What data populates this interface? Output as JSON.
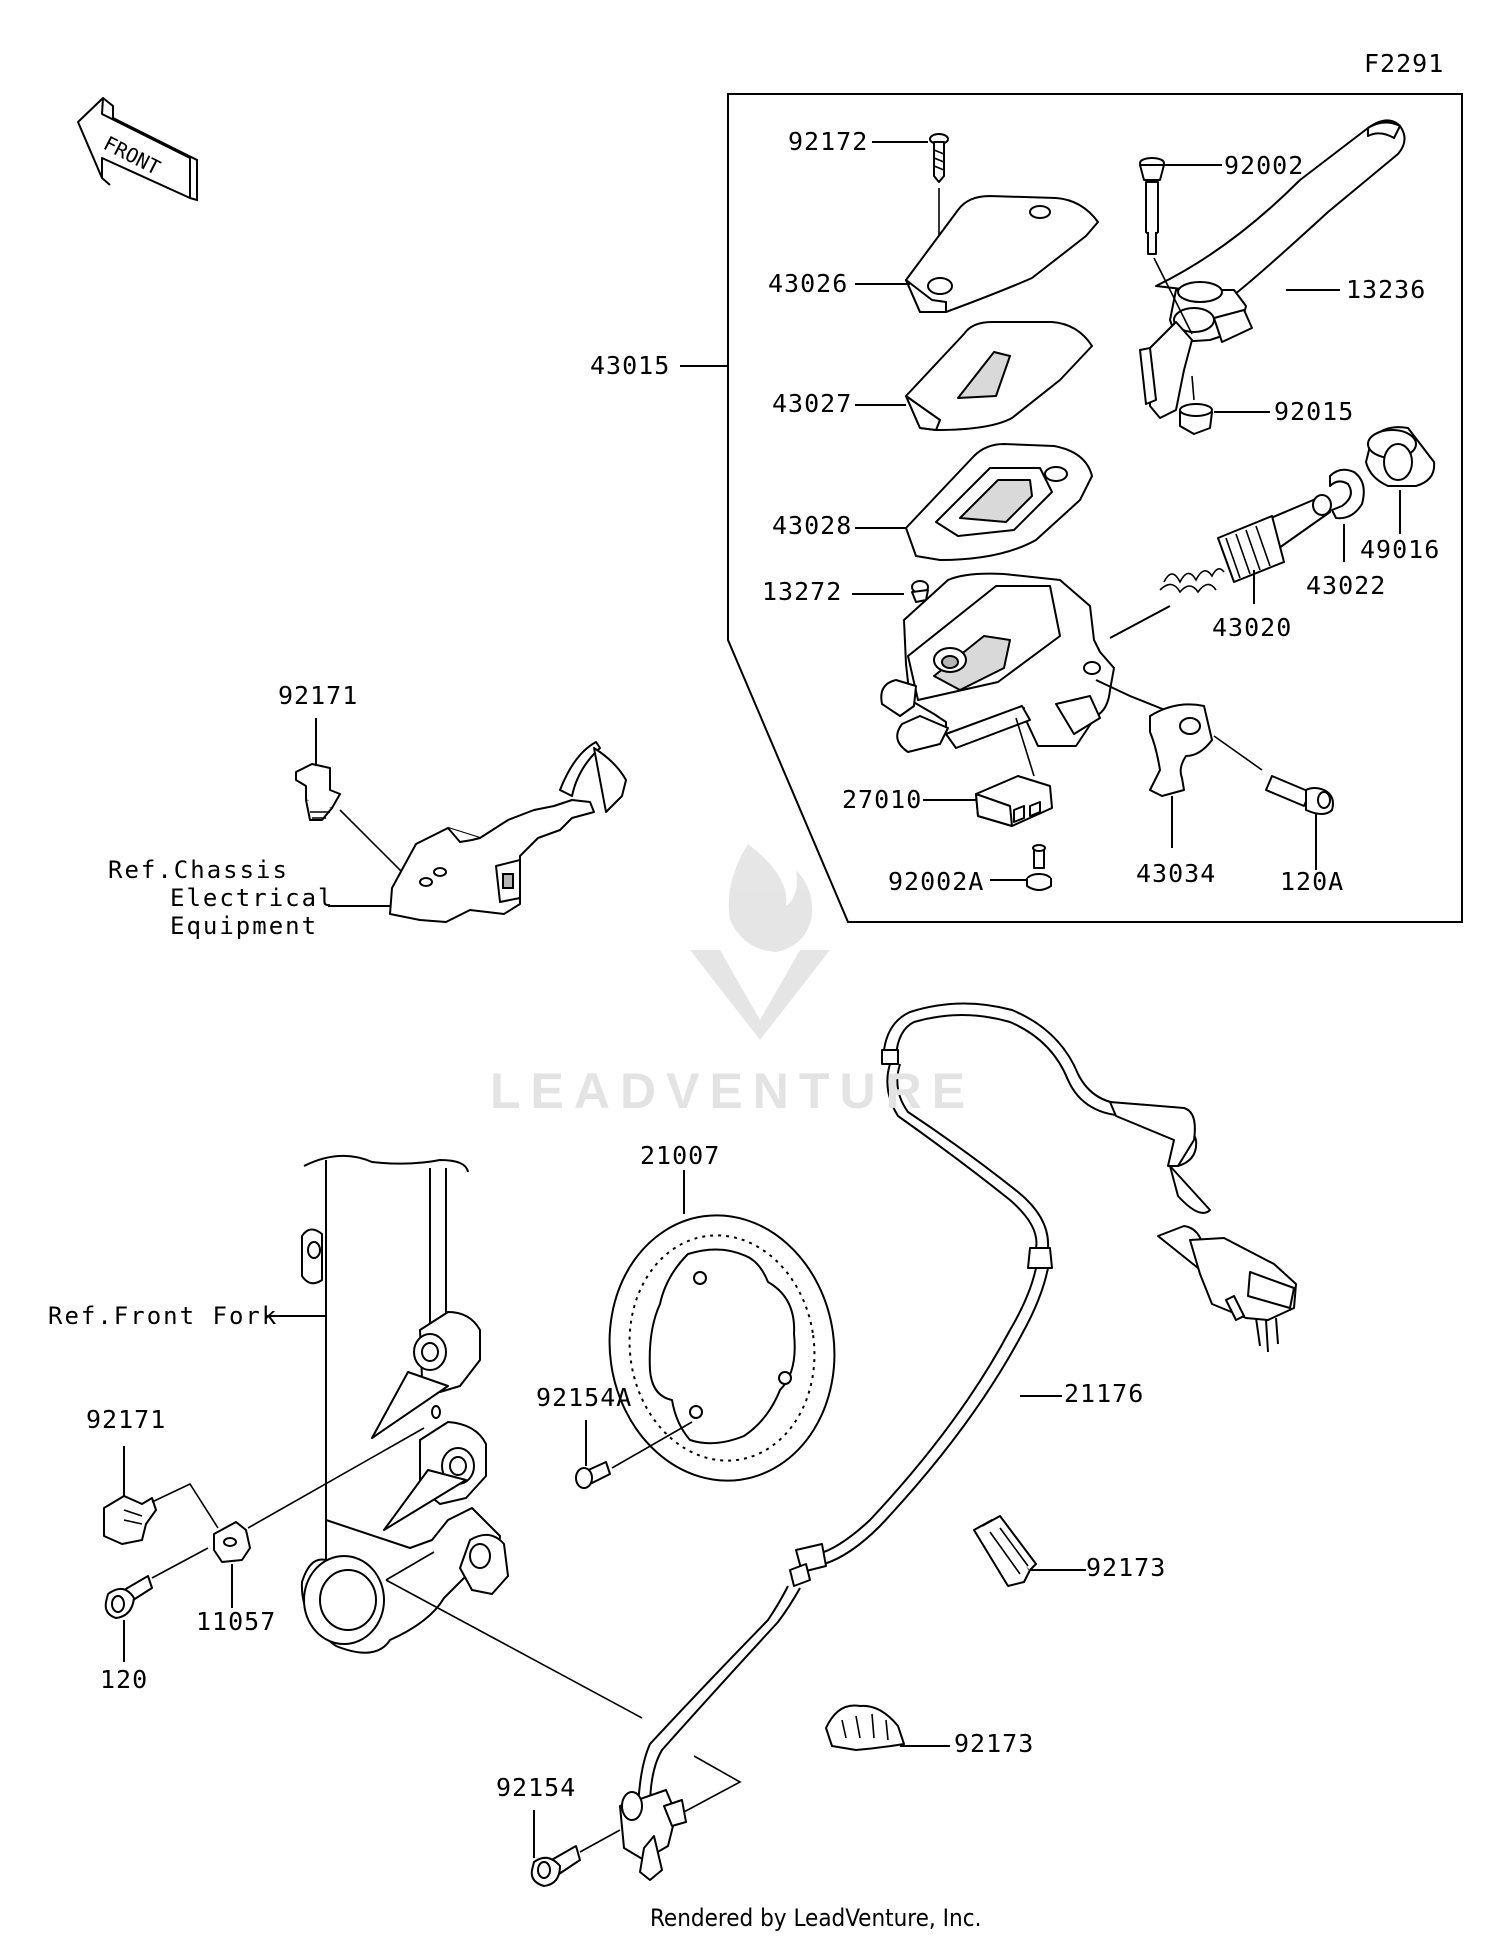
{
  "figure_code": "F2291",
  "front_arrow_label": "FRONT",
  "watermark": "LEADVENTURE",
  "footer": "Rendered by LeadVenture, Inc.",
  "refs": {
    "chassis_line1": "Ref.Chassis",
    "chassis_line2": "Electrical",
    "chassis_line3": "Equipment",
    "front_fork": "Ref.Front Fork"
  },
  "parts": {
    "p92172": "92172",
    "p92002": "92002",
    "p43026": "43026",
    "p13236": "13236",
    "p43015": "43015",
    "p43027": "43027",
    "p92015": "92015",
    "p49016": "49016",
    "p43028": "43028",
    "p43022": "43022",
    "p13272": "13272",
    "p43020": "43020",
    "p27010": "27010",
    "p43034": "43034",
    "p92002A": "92002A",
    "p120A": "120A",
    "p92171_top": "92171",
    "p21007": "21007",
    "p92171_bottom": "92171",
    "p92154A": "92154A",
    "p21176": "21176",
    "p92173_a": "92173",
    "p11057": "11057",
    "p120": "120",
    "p92173_b": "92173",
    "p92154": "92154"
  }
}
